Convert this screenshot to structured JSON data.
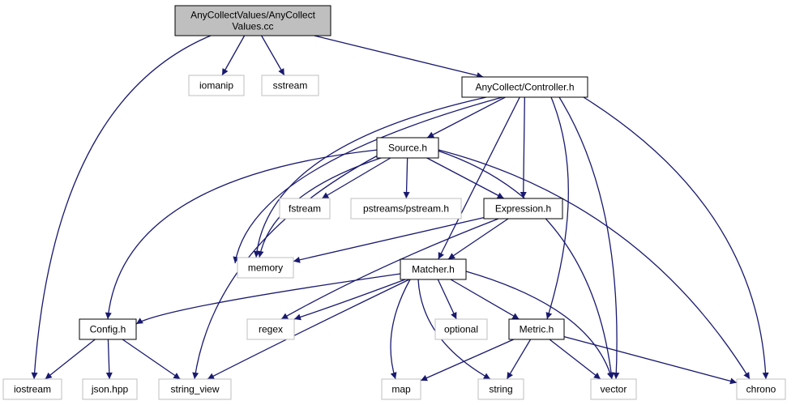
{
  "nodes": [
    {
      "id": "root",
      "lines": [
        "AnyCollectValues/AnyCollect",
        "Values.cc"
      ],
      "style": "root"
    },
    {
      "id": "iomanip",
      "lines": [
        "iomanip"
      ],
      "style": "external"
    },
    {
      "id": "sstream",
      "lines": [
        "sstream"
      ],
      "style": "external"
    },
    {
      "id": "controller",
      "lines": [
        "AnyCollect/Controller.h"
      ],
      "style": "internal"
    },
    {
      "id": "source",
      "lines": [
        "Source.h"
      ],
      "style": "internal"
    },
    {
      "id": "fstream",
      "lines": [
        "fstream"
      ],
      "style": "external"
    },
    {
      "id": "pstreams",
      "lines": [
        "pstreams/pstream.h"
      ],
      "style": "external"
    },
    {
      "id": "expression",
      "lines": [
        "Expression.h"
      ],
      "style": "internal"
    },
    {
      "id": "memory",
      "lines": [
        "memory"
      ],
      "style": "external"
    },
    {
      "id": "matcher",
      "lines": [
        "Matcher.h"
      ],
      "style": "internal"
    },
    {
      "id": "config",
      "lines": [
        "Config.h"
      ],
      "style": "internal"
    },
    {
      "id": "regex",
      "lines": [
        "regex"
      ],
      "style": "external"
    },
    {
      "id": "optional",
      "lines": [
        "optional"
      ],
      "style": "external"
    },
    {
      "id": "metric",
      "lines": [
        "Metric.h"
      ],
      "style": "internal"
    },
    {
      "id": "iostream",
      "lines": [
        "iostream"
      ],
      "style": "external"
    },
    {
      "id": "jsonhpp",
      "lines": [
        "json.hpp"
      ],
      "style": "external"
    },
    {
      "id": "string_view",
      "lines": [
        "string_view"
      ],
      "style": "external"
    },
    {
      "id": "map",
      "lines": [
        "map"
      ],
      "style": "external"
    },
    {
      "id": "string",
      "lines": [
        "string"
      ],
      "style": "external"
    },
    {
      "id": "vector",
      "lines": [
        "vector"
      ],
      "style": "external"
    },
    {
      "id": "chrono",
      "lines": [
        "chrono"
      ],
      "style": "external"
    }
  ],
  "edges": [
    {
      "from": "root",
      "to": "iomanip"
    },
    {
      "from": "root",
      "to": "sstream"
    },
    {
      "from": "root",
      "to": "controller"
    },
    {
      "from": "root",
      "to": "iostream"
    },
    {
      "from": "controller",
      "to": "source"
    },
    {
      "from": "controller",
      "to": "expression"
    },
    {
      "from": "controller",
      "to": "memory"
    },
    {
      "from": "controller",
      "to": "regex"
    },
    {
      "from": "controller",
      "to": "matcher"
    },
    {
      "from": "controller",
      "to": "metric"
    },
    {
      "from": "controller",
      "to": "vector"
    },
    {
      "from": "controller",
      "to": "chrono"
    },
    {
      "from": "source",
      "to": "fstream"
    },
    {
      "from": "source",
      "to": "pstreams"
    },
    {
      "from": "source",
      "to": "expression"
    },
    {
      "from": "source",
      "to": "memory"
    },
    {
      "from": "source",
      "to": "config"
    },
    {
      "from": "source",
      "to": "string_view"
    },
    {
      "from": "source",
      "to": "vector"
    },
    {
      "from": "source",
      "to": "chrono"
    },
    {
      "from": "expression",
      "to": "memory"
    },
    {
      "from": "expression",
      "to": "matcher"
    },
    {
      "from": "expression",
      "to": "regex"
    },
    {
      "from": "matcher",
      "to": "config"
    },
    {
      "from": "matcher",
      "to": "regex"
    },
    {
      "from": "matcher",
      "to": "optional"
    },
    {
      "from": "matcher",
      "to": "metric"
    },
    {
      "from": "matcher",
      "to": "string_view"
    },
    {
      "from": "matcher",
      "to": "map"
    },
    {
      "from": "matcher",
      "to": "string"
    },
    {
      "from": "matcher",
      "to": "vector"
    },
    {
      "from": "config",
      "to": "iostream"
    },
    {
      "from": "config",
      "to": "jsonhpp"
    },
    {
      "from": "config",
      "to": "string_view"
    },
    {
      "from": "metric",
      "to": "map"
    },
    {
      "from": "metric",
      "to": "string"
    },
    {
      "from": "metric",
      "to": "vector"
    },
    {
      "from": "metric",
      "to": "chrono"
    }
  ],
  "colors": {
    "edge": "#191970",
    "root_fill": "#bfbfbf",
    "node_border": "#000000",
    "external_border": "#bfbfbf",
    "text": "#000000"
  }
}
